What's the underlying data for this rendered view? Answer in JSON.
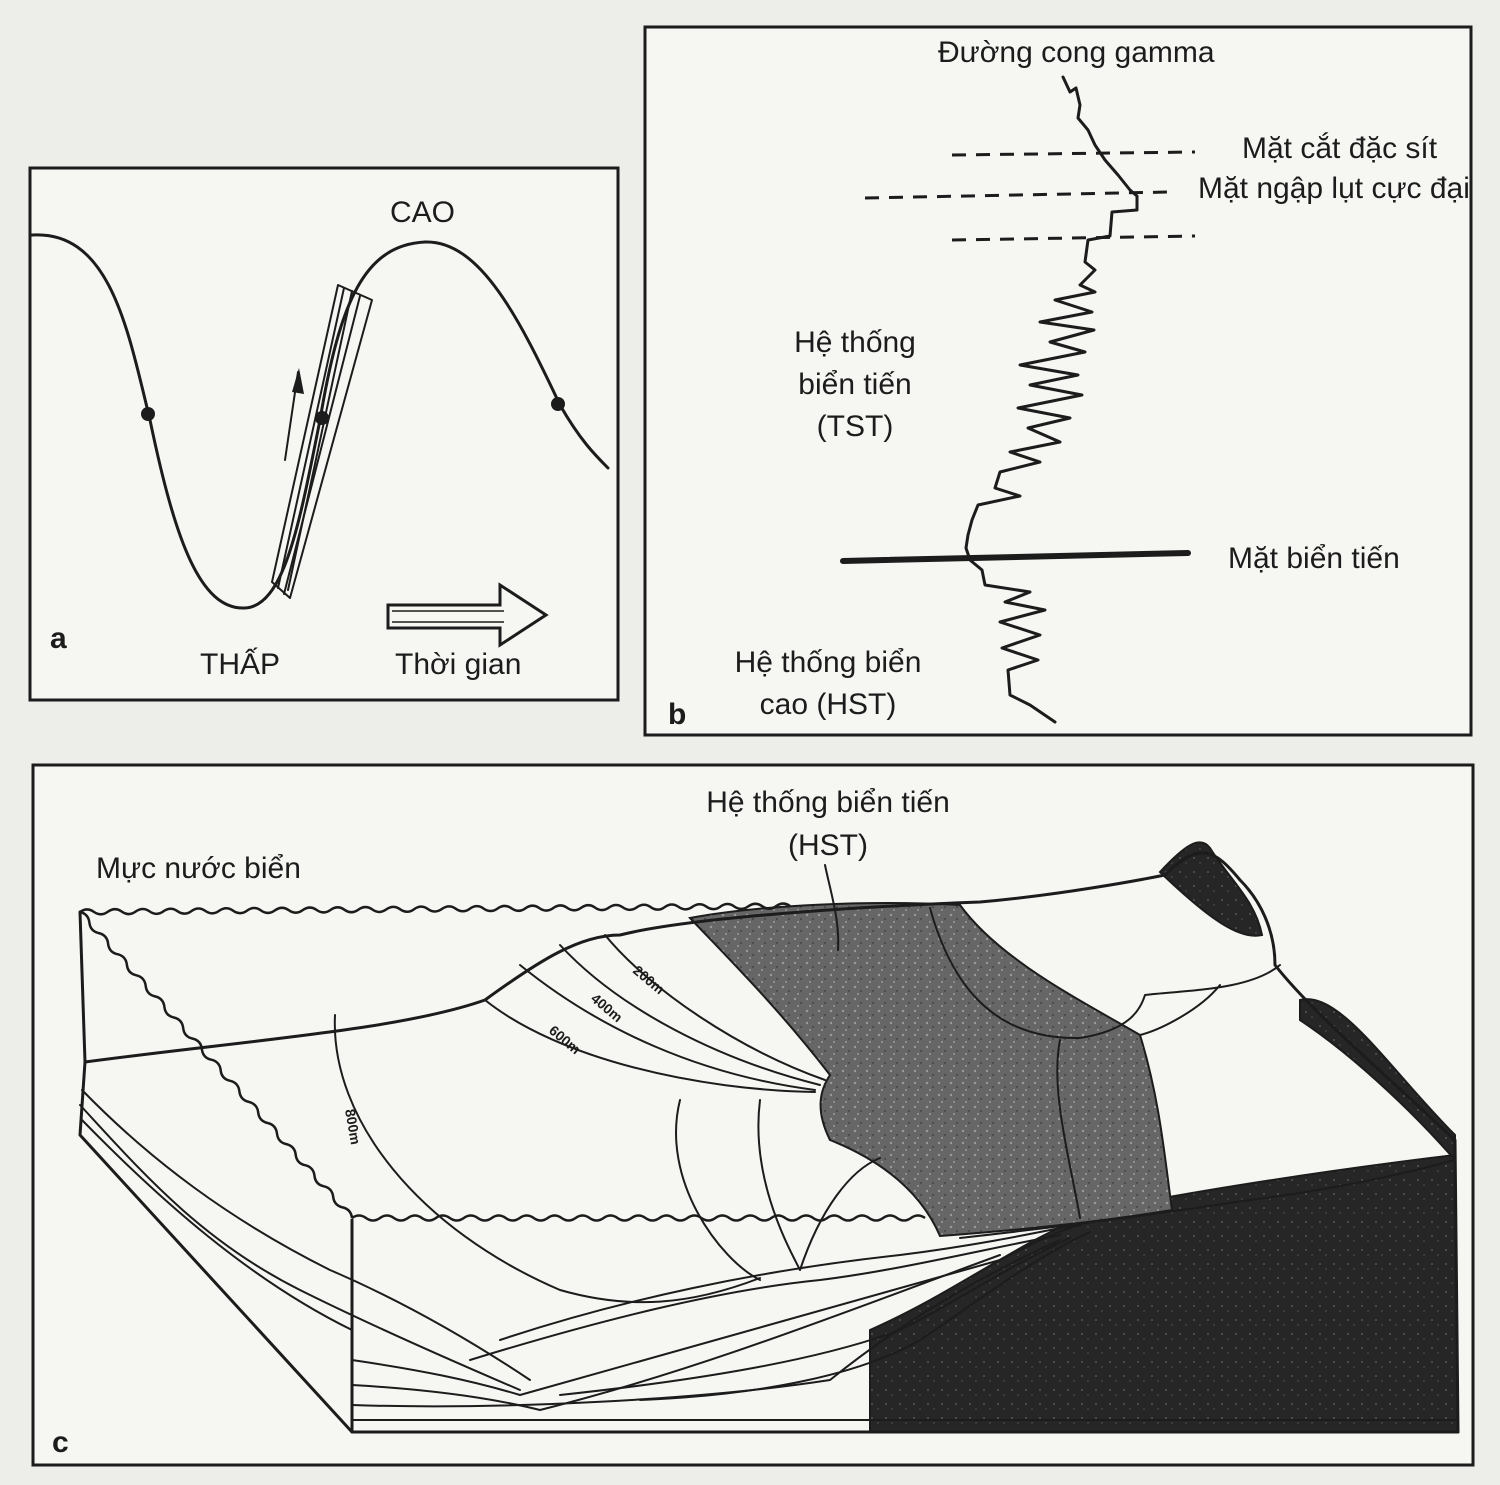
{
  "panel_a": {
    "letter": "a",
    "high_label": "CAO",
    "low_label": "THẤP",
    "time_label": "Thời gian"
  },
  "panel_b": {
    "letter": "b",
    "gamma_label": "Đường cong gamma",
    "condensed_section": "Mặt cắt đặc sít",
    "max_flooding": "Mặt ngập lụt cực đại",
    "tst_line1": "Hệ thống",
    "tst_line2": "biển tiến",
    "tst_line3": "(TST)",
    "transgressive_surface": "Mặt biển tiến",
    "hst_line1": "Hệ thống biển",
    "hst_line2": "cao (HST)"
  },
  "panel_c": {
    "letter": "c",
    "sea_level": "Mực nước biển",
    "system_line1": "Hệ thống biển tiến",
    "system_line2": "(HST)",
    "contours": [
      "200m",
      "400m",
      "600m",
      "800m"
    ]
  },
  "colors": {
    "ink": "#1c1c1c",
    "paper": "#f6f6f3",
    "shaded": "#5e5e5e",
    "dark": "#262626"
  }
}
